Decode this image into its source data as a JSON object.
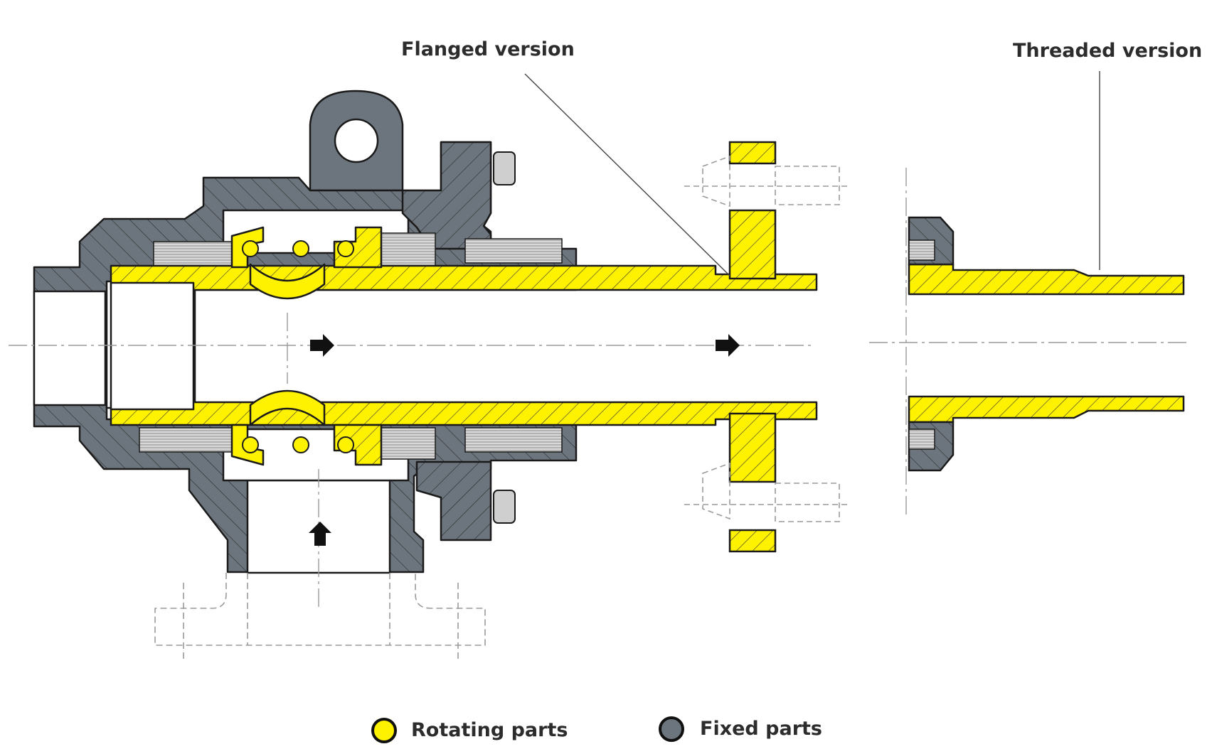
{
  "callouts": {
    "flanged": "Flanged version",
    "threaded": "Threaded version"
  },
  "legend": [
    {
      "label": "Rotating parts",
      "color": "#FFF200"
    },
    {
      "label": "Fixed parts",
      "color": "#6C757D"
    }
  ],
  "colors": {
    "rotating": "#FFF200",
    "fixed": "#6C757D",
    "outline": "#1a1a1a",
    "hidden_line": "#9a9a9a"
  },
  "icons": [
    "flow-arrow-right-icon",
    "flow-arrow-up-icon",
    "hatch-pattern"
  ]
}
